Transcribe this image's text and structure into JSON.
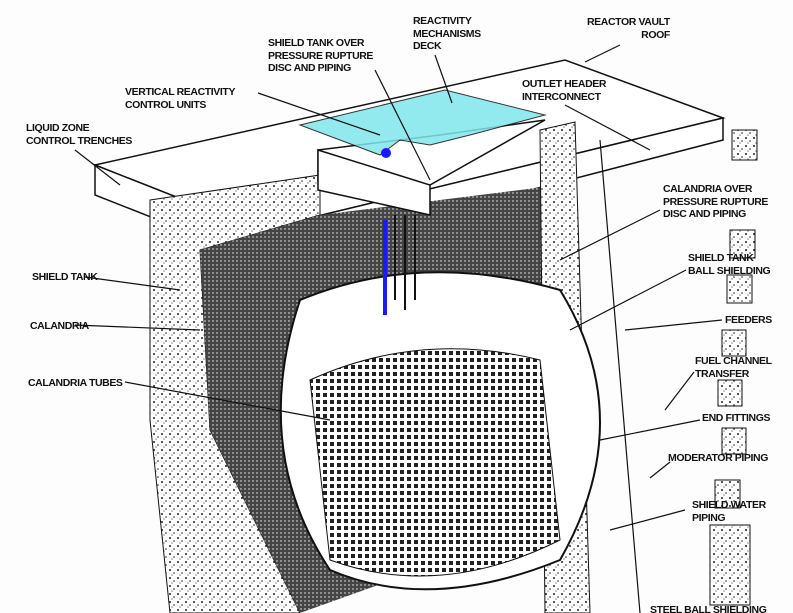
{
  "title": "Reactor assembly cutaway",
  "labels": {
    "reactivity_deck": [
      "REACTIVITY",
      "MECHANISMS",
      "DECK"
    ],
    "vault_roof": [
      "REACTOR VAULT",
      "ROOF"
    ],
    "shield_tank_rupture": [
      "SHIELD TANK OVER",
      "PRESSURE RUPTURE",
      "DISC AND PIPING"
    ],
    "vertical_units": [
      "VERTICAL REACTIVITY",
      "CONTROL UNITS"
    ],
    "outlet_header": [
      "OUTLET HEADER",
      "INTERCONNECT"
    ],
    "liquid_zone": [
      "LIQUID ZONE",
      "CONTROL TRENCHES"
    ],
    "calandria_rupture": [
      "CALANDRIA OVER",
      "PRESSURE RUPTURE",
      "DISC AND PIPING"
    ],
    "shield_tank_ball": [
      "SHIELD TANK",
      "BALL SHIELDING"
    ],
    "shield_tank": "SHIELD TANK",
    "feeders": "FEEDERS",
    "calandria": "CALANDRIA",
    "fuel_channel": [
      "FUEL CHANNEL",
      "TRANSFER"
    ],
    "calandria_tubes": "CALANDRIA TUBES",
    "end_fittings": "END FITTINGS",
    "moderator_piping": "MODERATOR PIPING",
    "shield_water": [
      "SHIELD WATER",
      "PIPING"
    ],
    "steel_ball": "STEEL BALL SHIELDING"
  },
  "colors": {
    "deck_highlight": "#7fe6ec",
    "rod_highlight": "#1a1aff",
    "ink": "#111111"
  }
}
